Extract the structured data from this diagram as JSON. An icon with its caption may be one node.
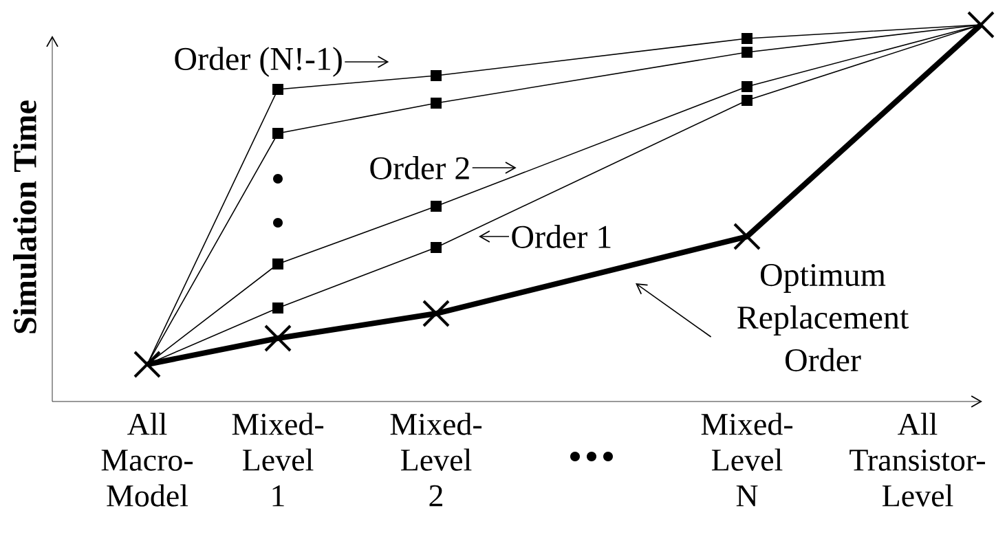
{
  "diagram": {
    "nodes": [
      {
        "text": [
          "Order (N!-1)"
        ]
      },
      {
        "text": [
          "Order 2"
        ]
      },
      {
        "text": [
          "Order 1"
        ]
      },
      {
        "text": [
          "Optimum Replacement Order"
        ]
      }
    ],
    "edges": [
      {
        "from": 0,
        "to": null,
        "arrow": "to"
      },
      {
        "from": 1,
        "to": null,
        "arrow": "to"
      },
      {
        "from": 2,
        "to": null,
        "arrow": "to"
      },
      {
        "from": 3,
        "to": null,
        "arrow": "to"
      }
    ],
    "labels": [
      "Simulation Time",
      "All Macro-Model",
      "Mixed-Level 1",
      "Mixed-Level 2",
      "Mixed-Level N",
      "All Transistor-Level"
    ]
  }
}
